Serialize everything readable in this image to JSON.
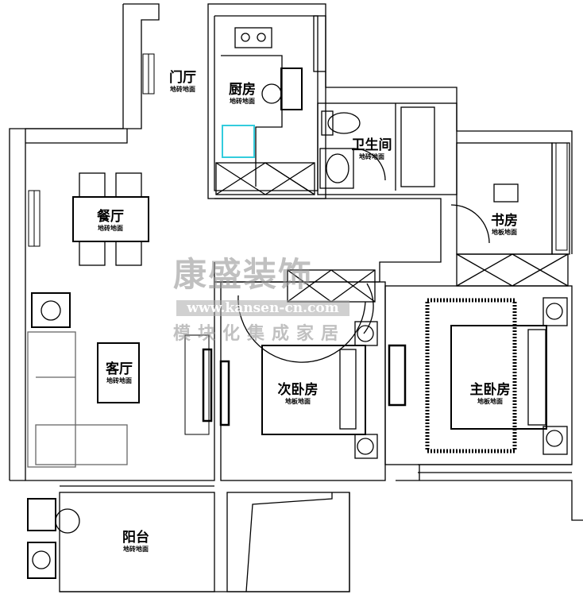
{
  "rooms": {
    "foyer": {
      "name": "门厅",
      "floor": "地砖地面"
    },
    "kitchen": {
      "name": "厨房",
      "floor": "地砖地面"
    },
    "bathroom": {
      "name": "卫生间",
      "floor": "地砖地面"
    },
    "dining": {
      "name": "餐厅",
      "floor": "地砖地面"
    },
    "study": {
      "name": "书房",
      "floor": "地板地面"
    },
    "living": {
      "name": "客厅",
      "floor": "地砖地面"
    },
    "second_bedroom": {
      "name": "次卧房",
      "floor": "地板地面"
    },
    "master_bedroom": {
      "name": "主卧房",
      "floor": "地板地面"
    },
    "balcony": {
      "name": "阳台",
      "floor": "地砖地面"
    }
  },
  "watermark": {
    "brand": "康盛装饰",
    "url": "www.kansen-cn.com",
    "slogan": "模块化集成家居"
  },
  "colors": {
    "wall": "#000000",
    "highlight": "#33ccdd",
    "watermark": "#969696"
  }
}
